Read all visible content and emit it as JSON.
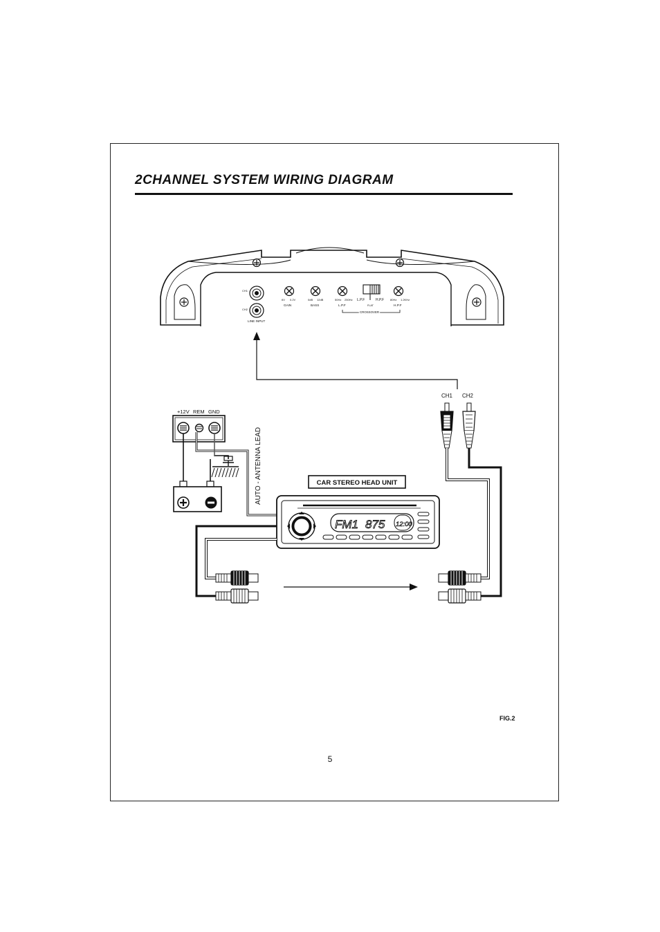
{
  "page": {
    "title": "2CHANNEL SYSTEM WIRING DIAGRAM",
    "figure": "FIG.2",
    "page_number": "5"
  },
  "amplifier": {
    "ch1": "CH1",
    "ch2": "CH2",
    "line_input": "LINE INPUT",
    "gain": {
      "label": "GAIN",
      "min": "6V",
      "max": "0.2V"
    },
    "bass": {
      "label": "BASS",
      "min": "0dB",
      "max": "12dB"
    },
    "lpf": {
      "label": "L.P.F",
      "min": "50Hz",
      "max": "250Hz"
    },
    "switch": {
      "left": "L.P.F",
      "right": "H.P.F",
      "middle": "FLAT"
    },
    "hpf": {
      "label": "H.P.F",
      "min": "80Hz",
      "max": "1.2KHz"
    },
    "crossover": "CROSSOVER"
  },
  "rca": {
    "ch1": "CH1",
    "ch2": "CH2"
  },
  "power": {
    "plus12v": "+12V",
    "rem": "REM",
    "gnd": "GND"
  },
  "antenna_label": "AUTO - ANTENNA LEAD",
  "head_unit": {
    "label": "CAR STEREO HEAD UNIT",
    "band": "FM1",
    "frequency": "875",
    "clock": "12:00"
  }
}
